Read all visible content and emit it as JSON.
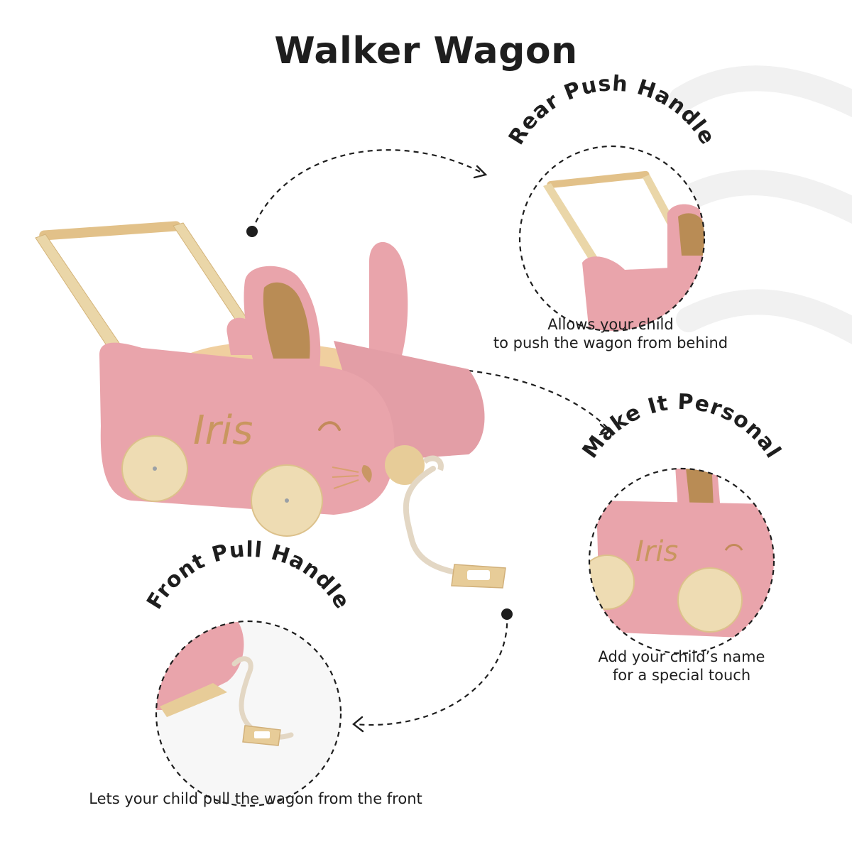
{
  "title": "Walker Wagon",
  "callouts": {
    "rear": {
      "heading": "Rear Push Handle",
      "caption_line1": "Allows your child",
      "caption_line2": "to push the wagon from behind"
    },
    "personal": {
      "heading": "Make It Personal",
      "caption_line1": "Add your child’s name",
      "caption_line2": "for a special touch"
    },
    "front": {
      "heading": "Front Pull Handle",
      "caption_line1": "Lets your child pull the wagon from the front"
    }
  },
  "engraving": "Iris",
  "colors": {
    "wagon_pink": "#e9a4ab",
    "wood": "#e9cf9c",
    "text": "#1e1e1e"
  }
}
